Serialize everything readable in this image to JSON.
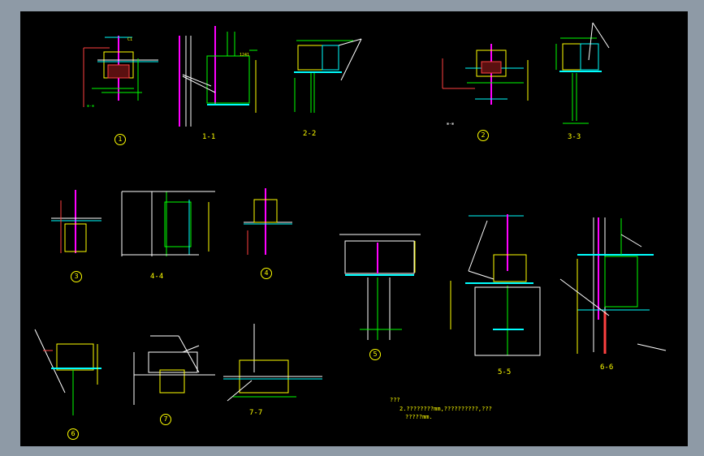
{
  "colors": {
    "frame": "#8e9aa6",
    "canvas": "#000000",
    "yellow": "#ffff00",
    "green": "#00ff00",
    "cyan": "#00ffff",
    "magenta": "#ff00ff",
    "red": "#ff4040",
    "white": "#ffffff",
    "salmon": "#ff8080"
  },
  "details": {
    "d1": "1",
    "s11": "1-1",
    "s22": "2-2",
    "d2": "2",
    "s33": "3-3",
    "d3": "3",
    "s44": "4-4",
    "d4": "4",
    "d5": "5",
    "s55": "5-5",
    "s66": "6-6",
    "d6": "6",
    "d7": "7",
    "s77": "7-7"
  },
  "notes": {
    "line1": "???",
    "line2": "2.????????mm,??????????,???",
    "line3": "?????mm."
  }
}
